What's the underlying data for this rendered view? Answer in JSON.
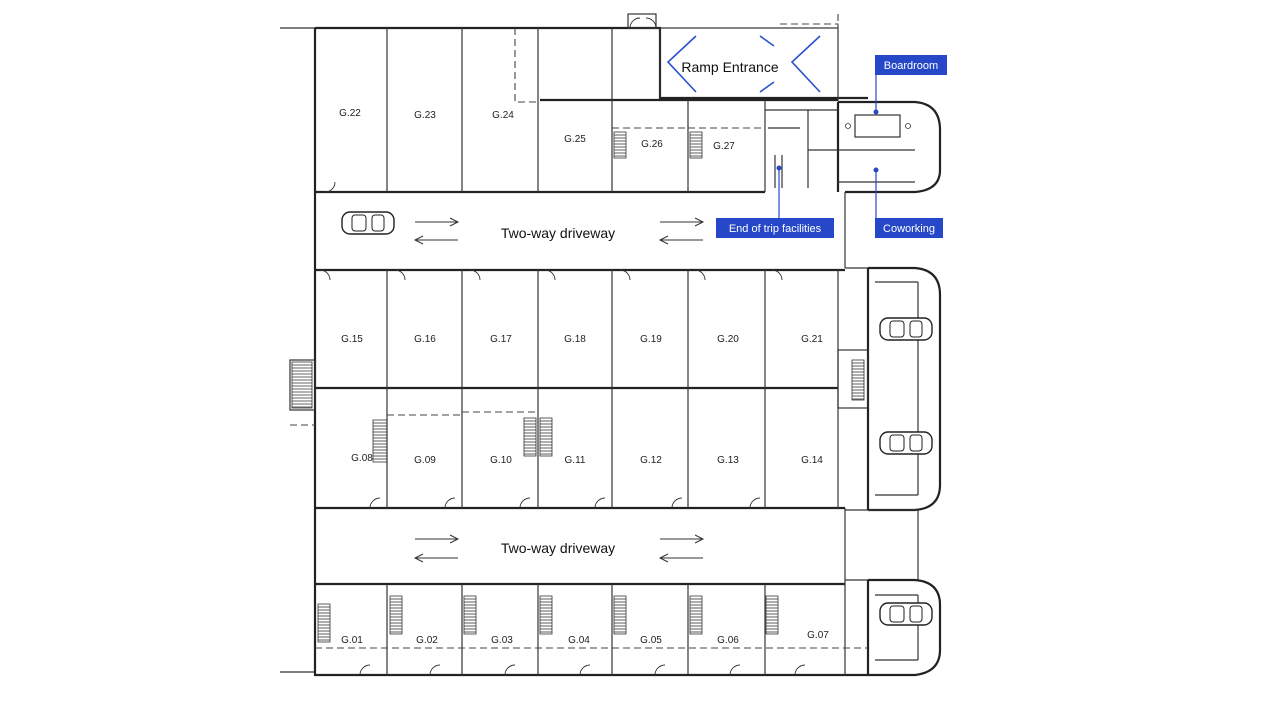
{
  "plan": {
    "ramp_entrance": "Ramp Entrance",
    "driveway_labels": [
      "Two-way driveway",
      "Two-way driveway"
    ],
    "callouts": {
      "boardroom": "Boardroom",
      "end_of_trip": "End of trip facilities",
      "coworking": "Coworking"
    },
    "accent_color": "#2648c8",
    "units": {
      "top_row": [
        "G.22",
        "G.23",
        "G.24",
        "G.25",
        "G.26",
        "G.27"
      ],
      "middle_upper_row": [
        "G.15",
        "G.16",
        "G.17",
        "G.18",
        "G.19",
        "G.20",
        "G.21"
      ],
      "middle_lower_row": [
        "G.08",
        "G.09",
        "G.10",
        "G.11",
        "G.12",
        "G.13",
        "G.14"
      ],
      "bottom_row": [
        "G.01",
        "G.02",
        "G.03",
        "G.04",
        "G.05",
        "G.06",
        "G.07"
      ]
    }
  }
}
